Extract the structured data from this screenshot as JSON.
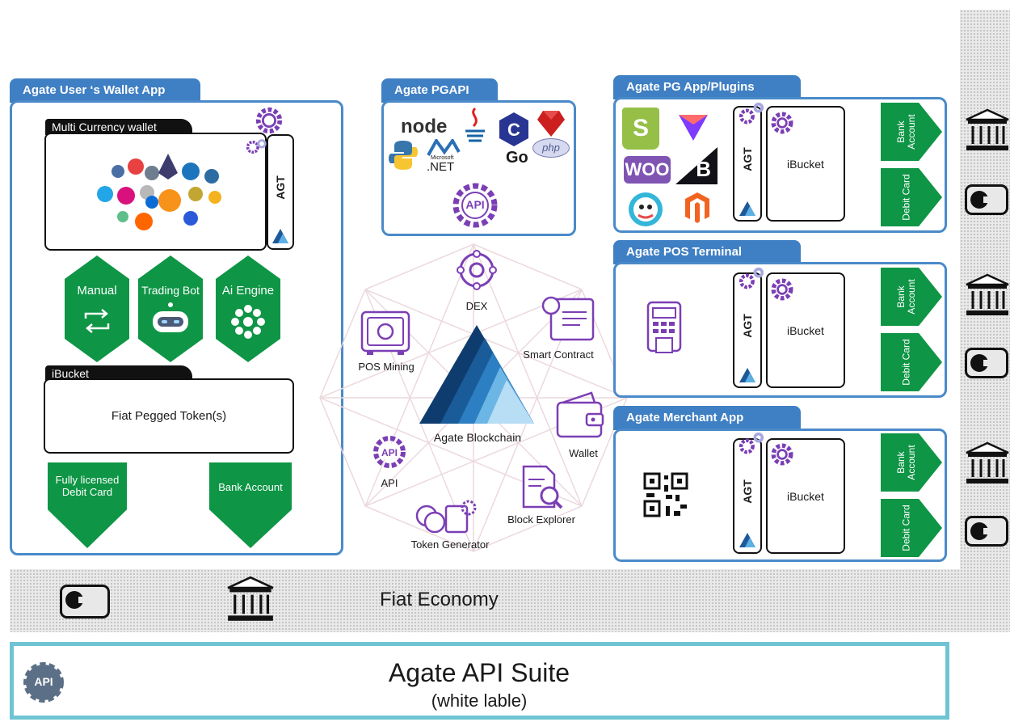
{
  "wallet_app": {
    "title": "Agate User ‘s Wallet App",
    "multi_currency_label": "Multi Currency wallet",
    "agt_label": "AGT",
    "modes": [
      "Manual",
      "Trading Bot",
      "Ai Engine"
    ],
    "ibucket_label": "iBucket",
    "fiat_tokens": "Fiat Pegged Token(s)",
    "debit_card": "Fully licensed Debit Card",
    "bank_account": "Bank Account"
  },
  "pgapi": {
    "title": "Agate PGAPI",
    "langs": [
      "node",
      ".NET",
      "Go",
      "php"
    ],
    "microsoft": "Microsoft",
    "api": "API"
  },
  "blockchain": {
    "center": "Agate Blockchain",
    "services": [
      "DEX",
      "Smart Contract",
      "POS Mining",
      "Wallet",
      "API",
      "Block Explorer",
      "Token Generator"
    ]
  },
  "right_panels": [
    {
      "title": "Agate PG App/Plugins",
      "agt": "AGT",
      "ibucket": "iBucket",
      "bank": "Bank Account",
      "debit": "Debit Card"
    },
    {
      "title": "Agate POS Terminal",
      "agt": "AGT",
      "ibucket": "iBucket",
      "bank": "Bank Account",
      "debit": "Debit Card"
    },
    {
      "title": "Agate Merchant App",
      "agt": "AGT",
      "ibucket": "iBucket",
      "bank": "Bank Account",
      "debit": "Debit Card"
    }
  ],
  "plugin_logos": [
    "S",
    "WOO",
    "B"
  ],
  "fiat_economy": "Fiat Economy",
  "api_suite": {
    "title": "Agate API Suite",
    "subtitle": "(white lable)",
    "icon_label": "API"
  },
  "colors": {
    "blue": "#3f7fc3",
    "green": "#0e9545",
    "teal": "#6fc4d3",
    "purple": "#7b3fb5"
  }
}
